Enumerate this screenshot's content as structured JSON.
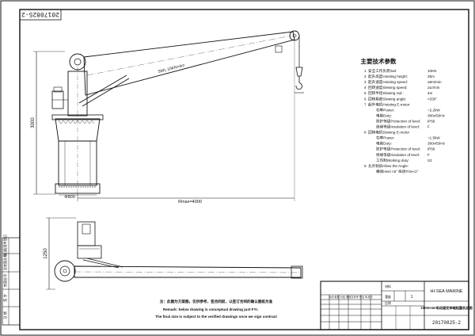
{
  "drawing_number_top": "20170825-2",
  "title_specs": "主要技术参数",
  "specs": [
    {
      "n": "1",
      "label": "安全工作负荷Swl:",
      "value": "10KN"
    },
    {
      "n": "2",
      "label": "起升高度Hoisting height:",
      "value": "25m"
    },
    {
      "n": "3",
      "label": "起升速度Hoisting speed:",
      "value": "≥9m/min"
    },
    {
      "n": "4",
      "label": "回转速度Slewing speed:",
      "value": "≥1r/min"
    },
    {
      "n": "5",
      "label": "回转半径Slewing rad.:",
      "value": "4m"
    },
    {
      "n": "6",
      "label": "回转角度Slewing angle:",
      "value": "<330°"
    },
    {
      "n": "7",
      "label": "起升电机Hoisting E-motor",
      "value": ""
    },
    {
      "n": "",
      "label": "功率Power:",
      "value": "~2.2kW"
    },
    {
      "n": "",
      "label": "电制Duty:",
      "value": "380v/50Hz"
    },
    {
      "n": "",
      "label": "防护等级Protection of level:",
      "value": "IP56"
    },
    {
      "n": "",
      "label": "绝缘等级Insulation of level:",
      "value": "F"
    },
    {
      "n": "8",
      "label": "回转电机Slewing E-motor",
      "value": ""
    },
    {
      "n": "",
      "label": "功率Power:",
      "value": "~1.5kW"
    },
    {
      "n": "",
      "label": "电制Duty:",
      "value": "380v/50Hz"
    },
    {
      "n": "",
      "label": "防护等级Protection of level:",
      "value": "IP56"
    },
    {
      "n": "",
      "label": "绝缘等级Insulation of level:",
      "value": "F"
    },
    {
      "n": "",
      "label": "工作制Working duty:",
      "value": "S2"
    },
    {
      "n": "9",
      "label": "允许倾斜Allow the Angle:",
      "value": ""
    },
    {
      "n": "",
      "label": "横倾Heel <5°  纵倾Trim<2°",
      "value": ""
    }
  ],
  "dims": {
    "height": "3000",
    "base_dia": "Φ800",
    "rmax": "Rmax=4000",
    "depth": "1250",
    "boom_label": "SWL 10KN×4m"
  },
  "remark_cn": "注：此图为方案图，仅供参考，签合同前，以签订合同的确认图纸为准",
  "remark_en_1": "Remark: below drawing is conceptual drawing just FYI.",
  "remark_en_2": "The final size is subject to the verified drawings once we sign contract",
  "title_block": {
    "company": "HI-SEA MARINE",
    "qty": "1",
    "drawing_title": "10KN×4m电动固定伸缩起重机总图",
    "drawing_no": "20170825-2",
    "label_material": "材料",
    "label_weight": "重量",
    "label_scale": "比例",
    "header_left": "标记 处数 分区 更改文件号 签名 年月日"
  },
  "left_strip": [
    "借(通)用件登记",
    "旧底图总号",
    "底图总号",
    "签 字",
    "日 期"
  ]
}
